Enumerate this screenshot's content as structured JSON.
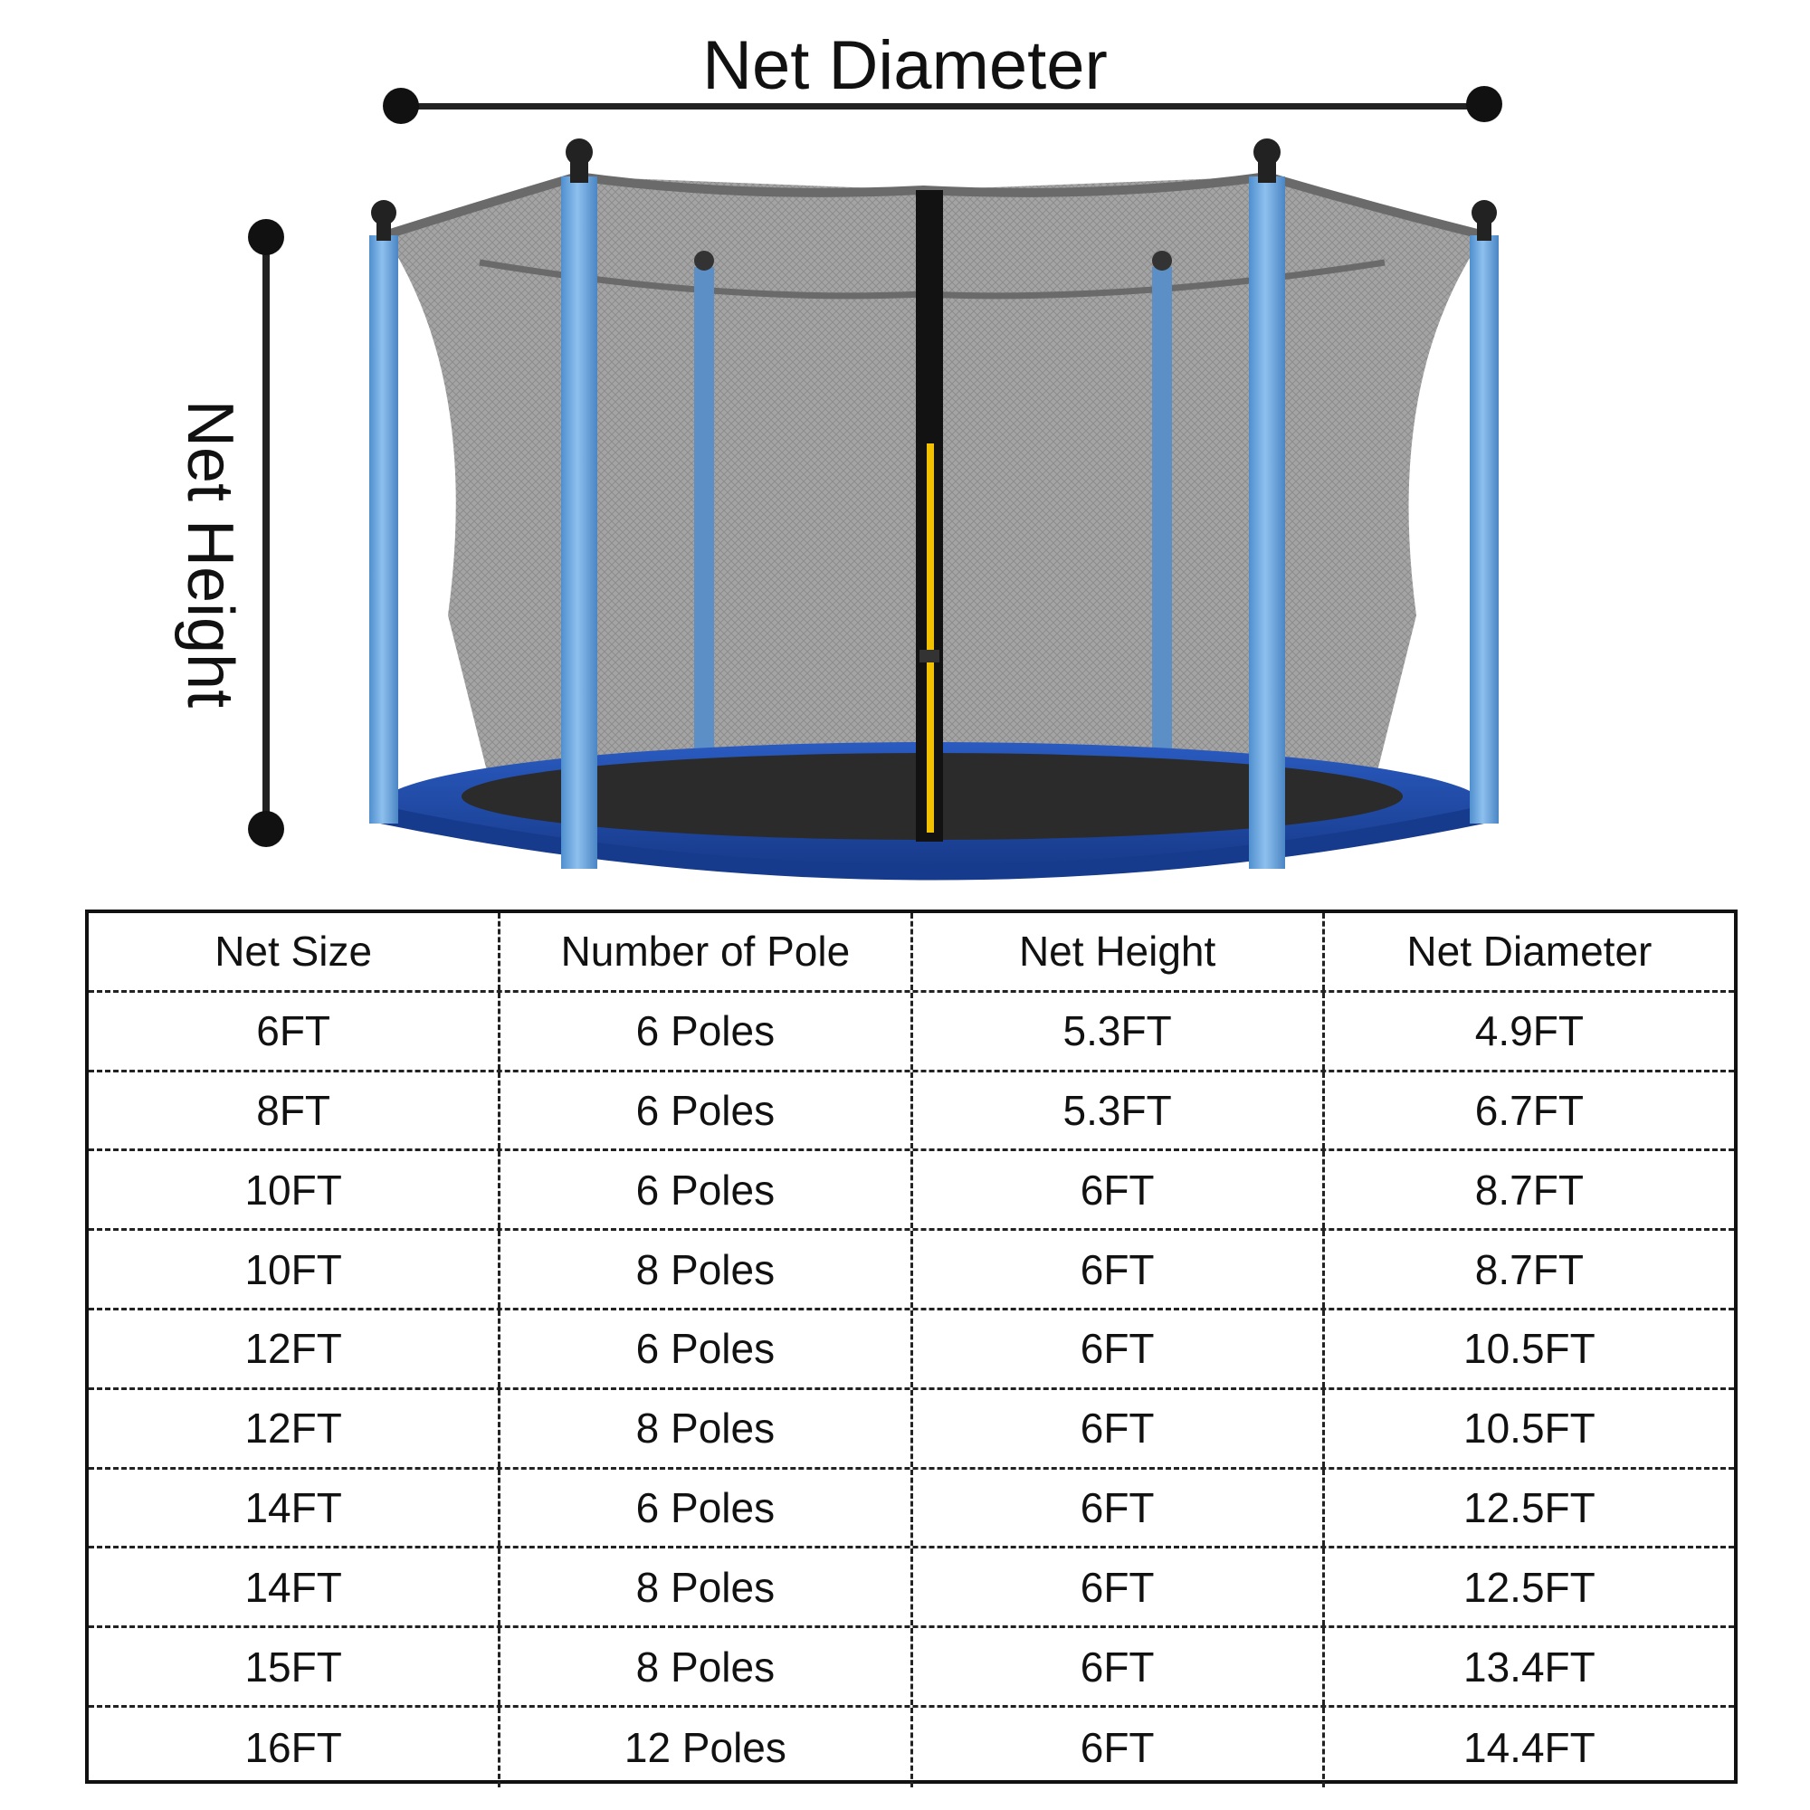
{
  "diagram": {
    "top_label": "Net Diameter",
    "side_label": "Net Height"
  },
  "colors": {
    "pole": "#6fa6dc",
    "pad": "#1f4aa8",
    "net": "#8c8c8c",
    "mat": "#2b2b2b",
    "zipper_accent": "#f2c200"
  },
  "table": {
    "headers": [
      "Net Size",
      "Number of Pole",
      "Net Height",
      "Net Diameter"
    ],
    "rows": [
      [
        "6FT",
        "6 Poles",
        "5.3FT",
        "4.9FT"
      ],
      [
        "8FT",
        "6 Poles",
        "5.3FT",
        "6.7FT"
      ],
      [
        "10FT",
        "6 Poles",
        "6FT",
        "8.7FT"
      ],
      [
        "10FT",
        "8 Poles",
        "6FT",
        "8.7FT"
      ],
      [
        "12FT",
        "6 Poles",
        "6FT",
        "10.5FT"
      ],
      [
        "12FT",
        "8 Poles",
        "6FT",
        "10.5FT"
      ],
      [
        "14FT",
        "6 Poles",
        "6FT",
        "12.5FT"
      ],
      [
        "14FT",
        "8 Poles",
        "6FT",
        "12.5FT"
      ],
      [
        "15FT",
        "8 Poles",
        "6FT",
        "13.4FT"
      ],
      [
        "16FT",
        "12 Poles",
        "6FT",
        "14.4FT"
      ]
    ]
  }
}
